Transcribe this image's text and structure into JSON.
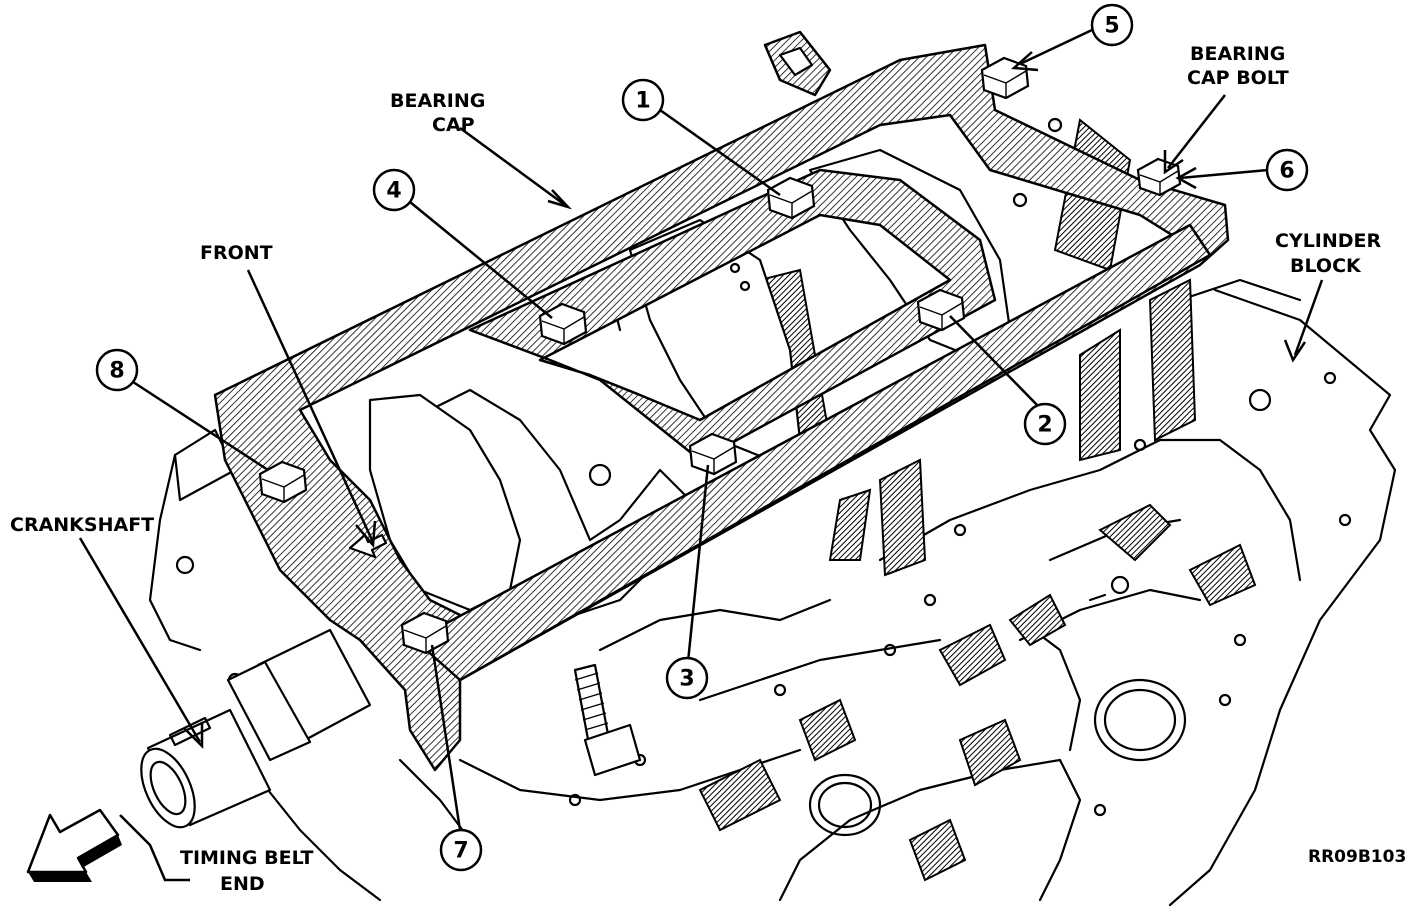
{
  "labels": {
    "bearing_cap": [
      "BEARING",
      "CAP"
    ],
    "bearing_cap_bolt": [
      "BEARING",
      "CAP BOLT"
    ],
    "front": "FRONT",
    "cylinder_block": [
      "CYLINDER",
      "BLOCK"
    ],
    "crankshaft": "CRANKSHAFT",
    "timing_belt_end": [
      "TIMING BELT",
      "END"
    ],
    "figure_code": "RR09B103"
  },
  "callouts": [
    "1",
    "2",
    "3",
    "4",
    "5",
    "6",
    "7",
    "8"
  ]
}
